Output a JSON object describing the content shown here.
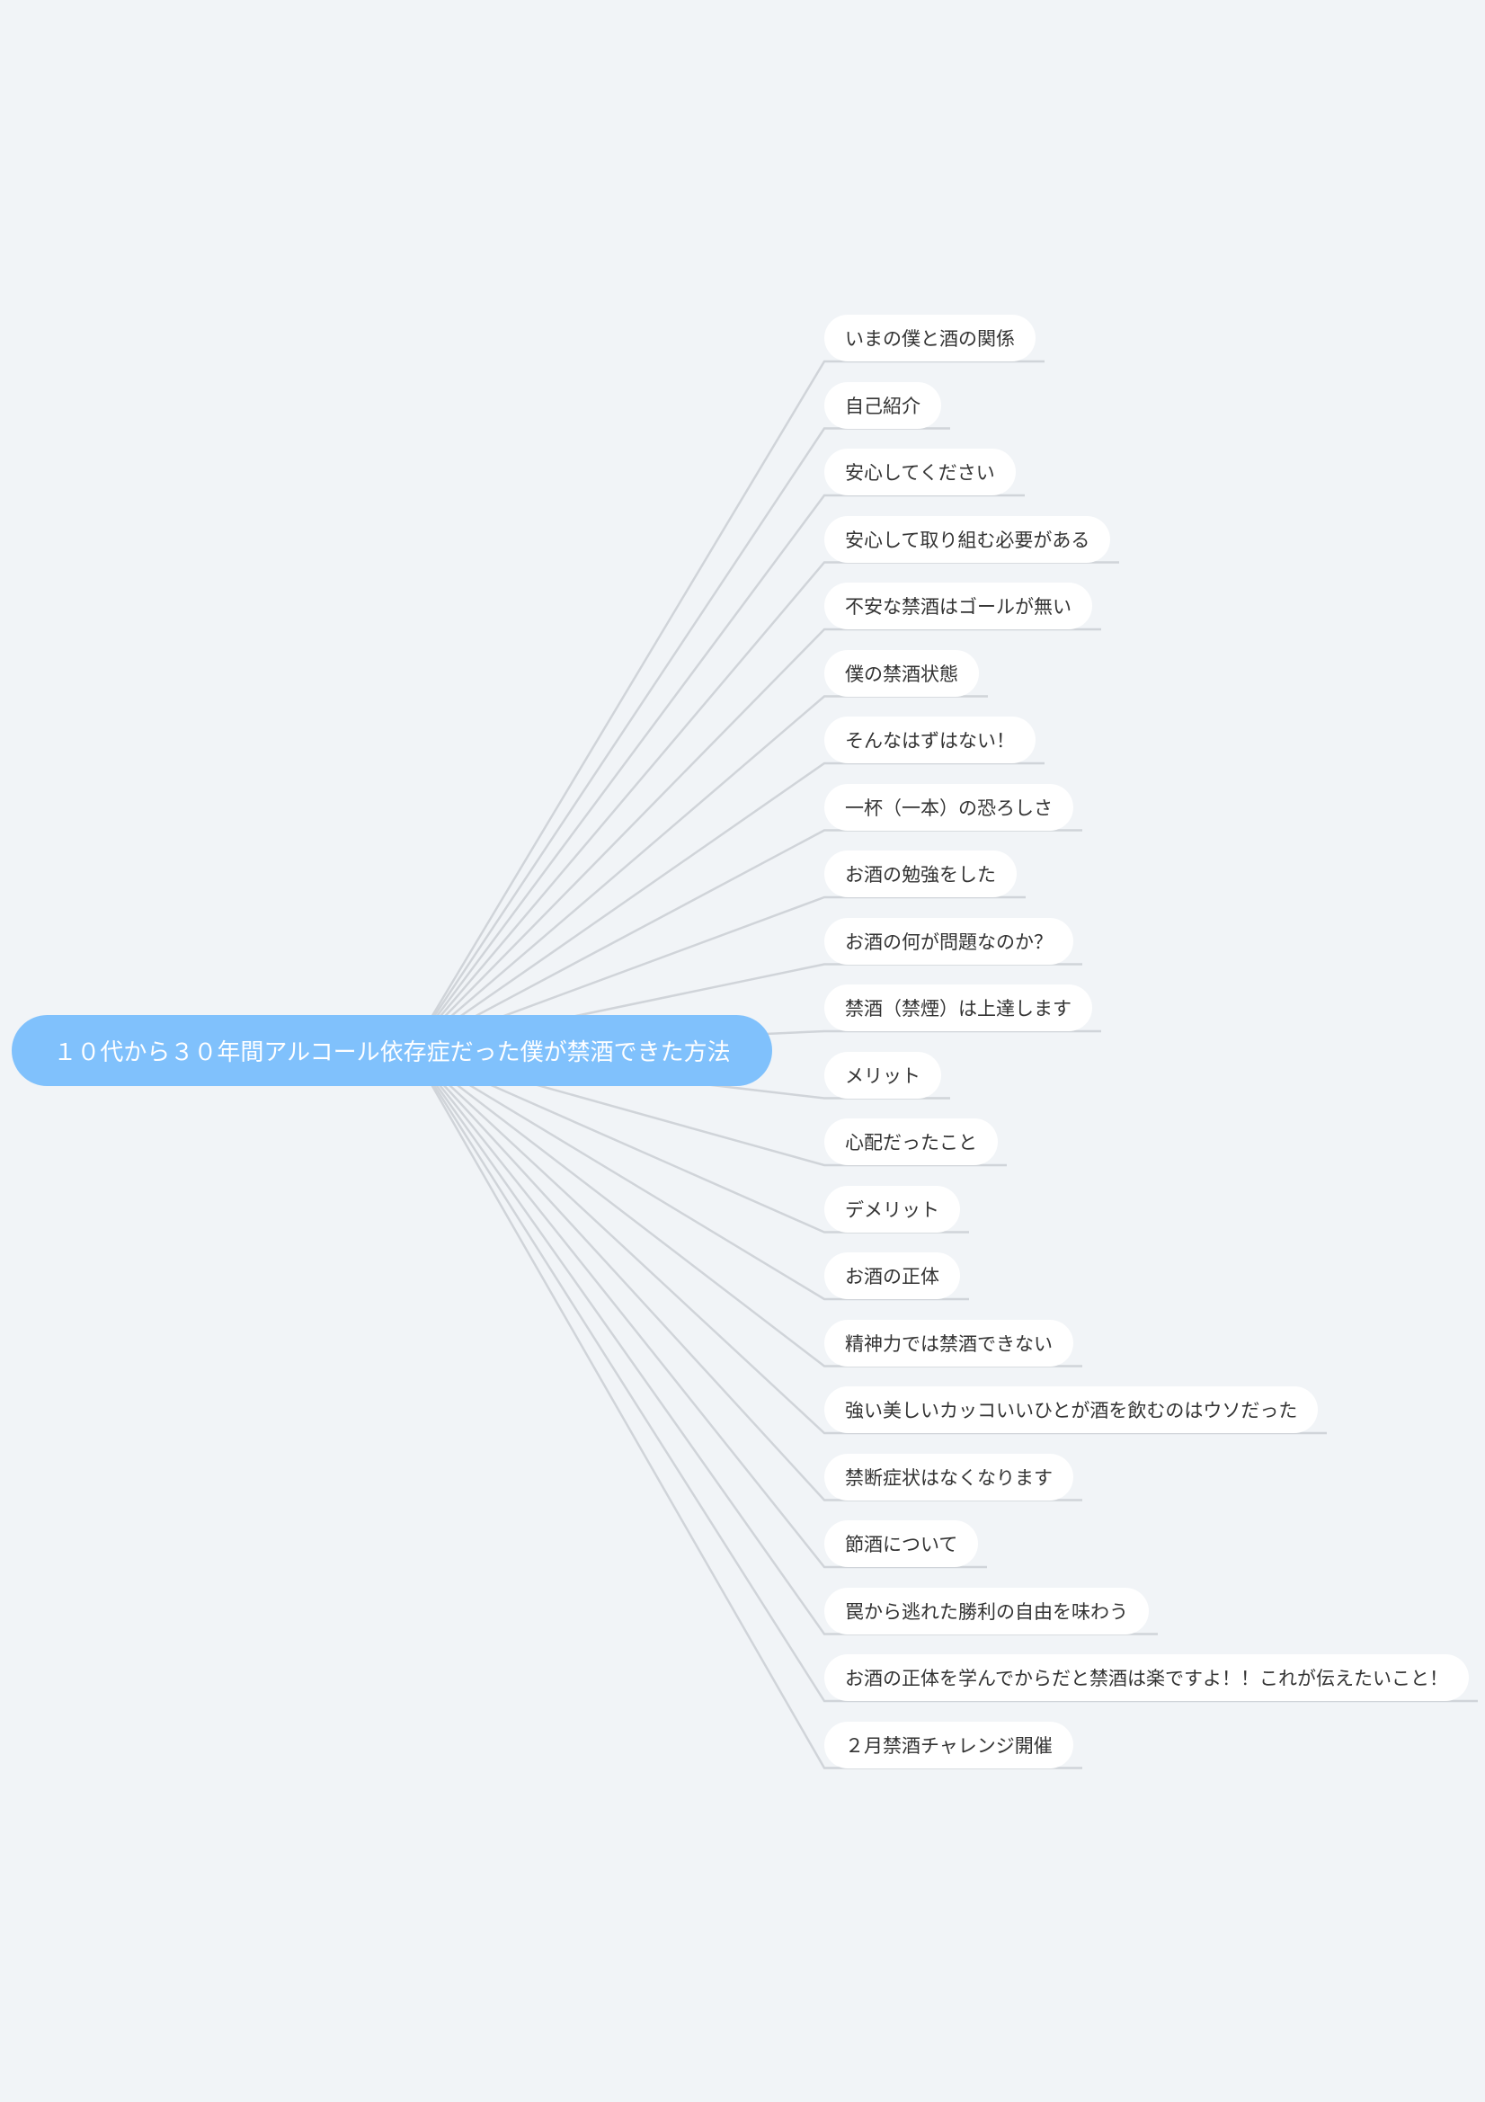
{
  "root": {
    "label": "１０代から３０年間アルコール依存症だった僕が禁酒できた方法"
  },
  "colors": {
    "background": "#f1f4f7",
    "root": "#80c1fc",
    "line": "#d0d4d9",
    "node": "#ffffff"
  },
  "children": [
    {
      "label": "いまの僕と酒の関係"
    },
    {
      "label": "自己紹介"
    },
    {
      "label": "安心してください"
    },
    {
      "label": "安心して取り組む必要がある"
    },
    {
      "label": "不安な禁酒はゴールが無い"
    },
    {
      "label": "僕の禁酒状態"
    },
    {
      "label": "そんなはずはない！"
    },
    {
      "label": "一杯（一本）の恐ろしさ"
    },
    {
      "label": "お酒の勉強をした"
    },
    {
      "label": "お酒の何が問題なのか？"
    },
    {
      "label": "禁酒（禁煙）は上達します"
    },
    {
      "label": "メリット"
    },
    {
      "label": "心配だったこと"
    },
    {
      "label": "デメリット"
    },
    {
      "label": "お酒の正体"
    },
    {
      "label": "精神力では禁酒できない"
    },
    {
      "label": "強い美しいカッコいいひとが酒を飲むのはウソだった"
    },
    {
      "label": "禁断症状はなくなります"
    },
    {
      "label": "節酒について"
    },
    {
      "label": "罠から逃れた勝利の自由を味わう"
    },
    {
      "label": "お酒の正体を学んでからだと禁酒は楽ですよ！！これが伝えたいこと！"
    },
    {
      "label": "２月禁酒チャレンジ開催"
    }
  ]
}
